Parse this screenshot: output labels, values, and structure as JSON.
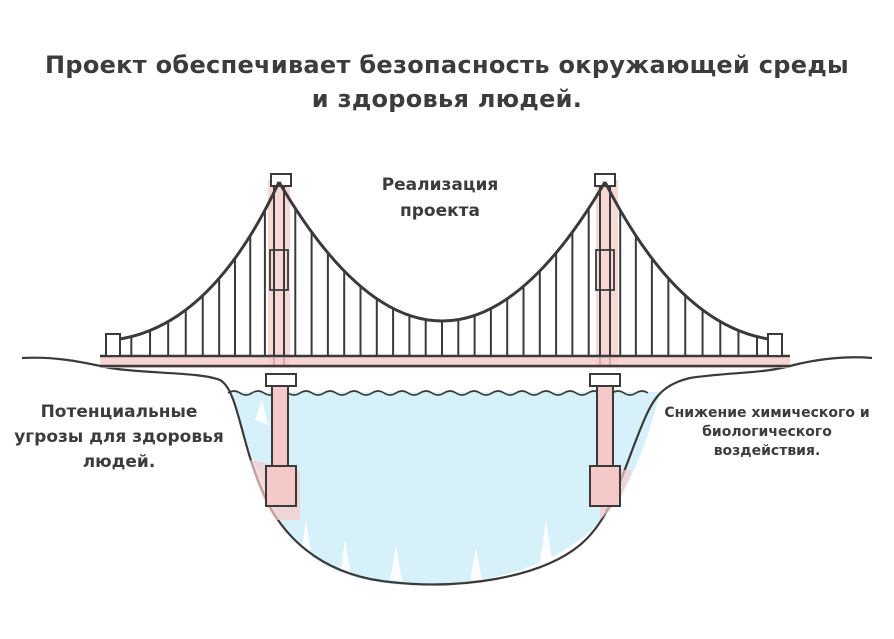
{
  "diagram": {
    "title": "Проект обеспечивает безопасность окружающей среды и здоровья людей.",
    "bridge_label": "Реализация проекта",
    "left_label": "Потенциальные угрозы для здоровья людей.",
    "right_label": "Снижение химического и биологического воздействия."
  },
  "colors": {
    "ink": "#3a3a3a",
    "accent_pink": "#f6c9c9",
    "water_blue": "#d7f1fb",
    "background": "#ffffff"
  }
}
